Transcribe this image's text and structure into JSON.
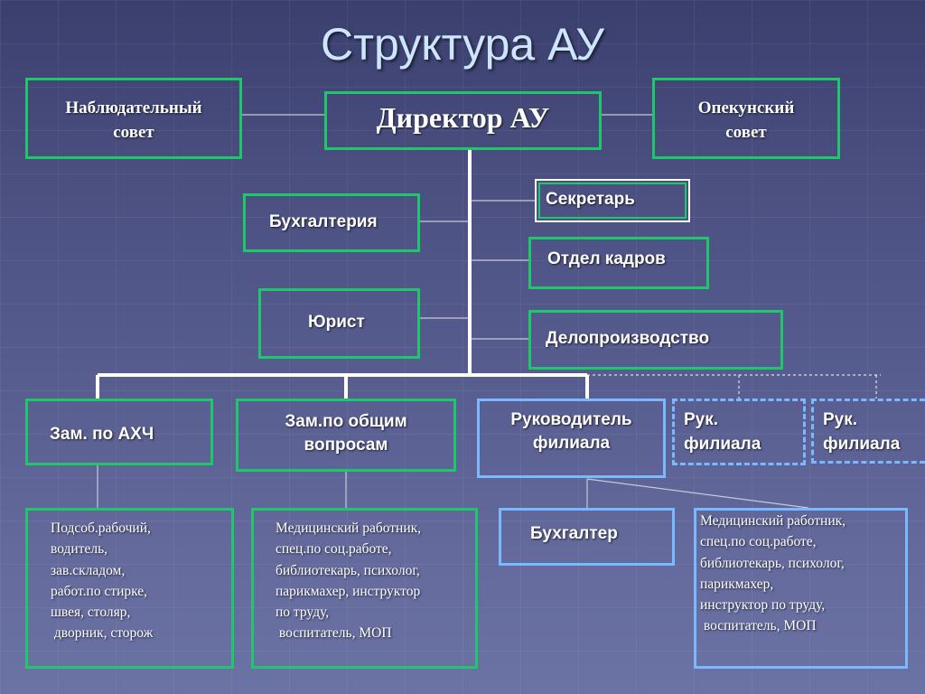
{
  "title": "Структура АУ",
  "director": "Директор АУ",
  "supervisory_board": "Наблюдательный совет",
  "trustee_board": "Опекунский совет",
  "accounting": "Бухгалтерия",
  "secretary": "Секретарь",
  "hr": "Отдел кадров",
  "lawyer": "Юрист",
  "records": "Делопроизводство",
  "deputy_ahch": "Зам. по АХЧ",
  "deputy_general": "Зам.по общим вопросам",
  "branch_head": "Руководитель филиала",
  "branch_short_1": "Рук. филиала",
  "branch_short_2": "Рук. филиала",
  "accountant": "Бухгалтер",
  "ahch_staff": [
    "Подсоб.рабочий,",
    "водитель,",
    "зав.складом,",
    "работ.по стирке,",
    "швея, столяр,",
    " дворник, сторож"
  ],
  "general_staff": [
    "Медицинский работник,",
    "спец.по соц.работе,",
    "библиотекарь, психолог,",
    "парикмахер, инструктор",
    "по труду,",
    " воспитатель, МОП"
  ],
  "branch_staff": [
    "Медицинский работник,",
    "спец.по соц.работе,",
    "библиотекарь, психолог,",
    "парикмахер,",
    "инструктор по труду,",
    " воспитатель, МОП"
  ]
}
